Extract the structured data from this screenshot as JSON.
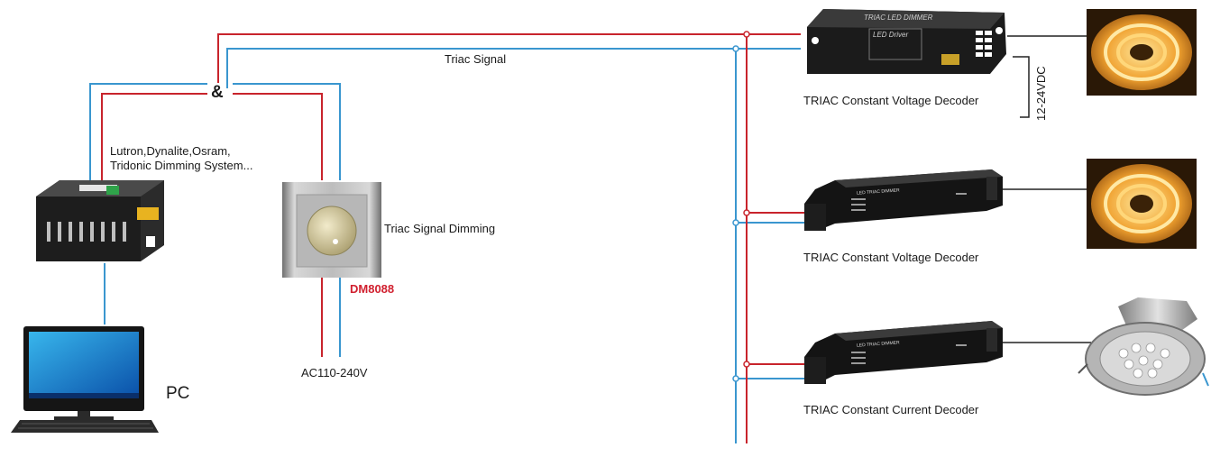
{
  "labels": {
    "triac_signal": "Triac Signal",
    "ampersand": "&",
    "dimming_systems_line1": "Lutron,Dynalite,Osram,",
    "dimming_systems_line2": "Tridonic Dimming System...",
    "triac_signal_dimming": "Triac Signal Dimming",
    "dimmer_model": "DM8088",
    "ac_input": "AC110-240V",
    "pc": "PC",
    "decoder_1": "TRIAC Constant  Voltage Decoder",
    "decoder_2": "TRIAC Constant  Voltage Decoder",
    "decoder_3": "TRIAC Constant Current Decoder",
    "dc_output": "12-24VDC",
    "device_top_title": "TRIAC LED DIMMER",
    "device_top_inner": "LED Driver",
    "device_small_title": "LED TRIAC DIMMER"
  },
  "colors": {
    "live_wire": "#c8242c",
    "signal_wire": "#3a96cf",
    "output_wire": "#222222",
    "label_red": "#d1202f"
  },
  "icons": {
    "dimming_system": "dimming-system-rack-icon",
    "pc": "desktop-computer-icon",
    "dimmer": "rotary-dimmer-knob-icon",
    "decoder": "led-driver-box-icon",
    "led_strip": "led-strip-reel-icon",
    "downlight": "led-downlight-icon"
  }
}
